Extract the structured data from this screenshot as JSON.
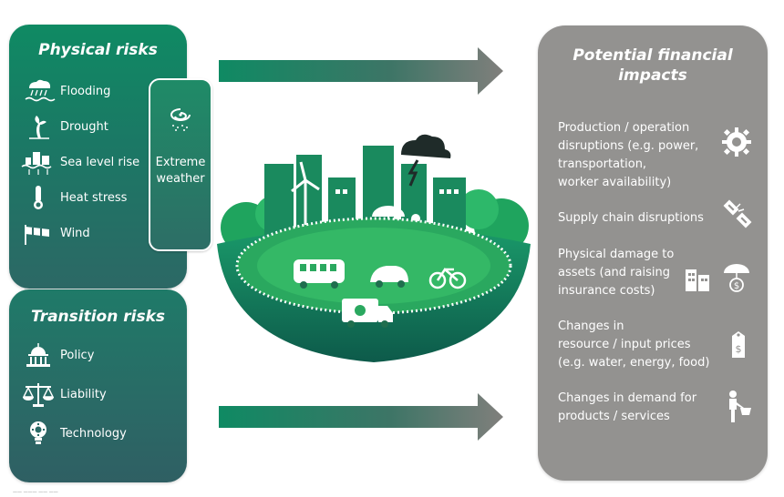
{
  "physical": {
    "title": "Physical risks",
    "items": [
      {
        "label": "Flooding",
        "icon": "flood-icon"
      },
      {
        "label": "Drought",
        "icon": "drought-icon"
      },
      {
        "label": "Sea level rise",
        "icon": "sea-level-icon"
      },
      {
        "label": "Heat stress",
        "icon": "thermometer-icon"
      },
      {
        "label": "Wind",
        "icon": "windsock-icon"
      }
    ],
    "extreme_line1": "Extreme",
    "extreme_line2": "weather"
  },
  "transition": {
    "title": "Transition risks",
    "items": [
      {
        "label": "Policy",
        "icon": "capitol-icon"
      },
      {
        "label": "Liability",
        "icon": "scales-icon"
      },
      {
        "label": "Technology",
        "icon": "lightbulb-gear-icon"
      }
    ]
  },
  "impacts": {
    "title_line1": "Potential financial",
    "title_line2": "impacts",
    "items": [
      {
        "lines": [
          "Production / operation",
          "disruptions (e.g. power,",
          "transportation,",
          "worker availability)"
        ],
        "icon": "gear-icon"
      },
      {
        "lines": [
          "Supply chain disruptions"
        ],
        "icon": "broken-chain-icon"
      },
      {
        "lines": [
          "Physical damage to",
          "assets (and raising",
          "insurance costs)"
        ],
        "icon": "buildings-umbrella-icon"
      },
      {
        "lines": [
          "Changes in",
          "resource / input prices",
          "(e.g. water, energy, food)"
        ],
        "icon": "price-tag-icon"
      },
      {
        "lines": [
          "Changes in demand for",
          "products / services"
        ],
        "icon": "shopper-icon"
      }
    ]
  },
  "colors": {
    "green": "#0f8a63",
    "teal": "#2c6865",
    "grey": "#939290"
  },
  "footer": "—— ——— —— ——"
}
